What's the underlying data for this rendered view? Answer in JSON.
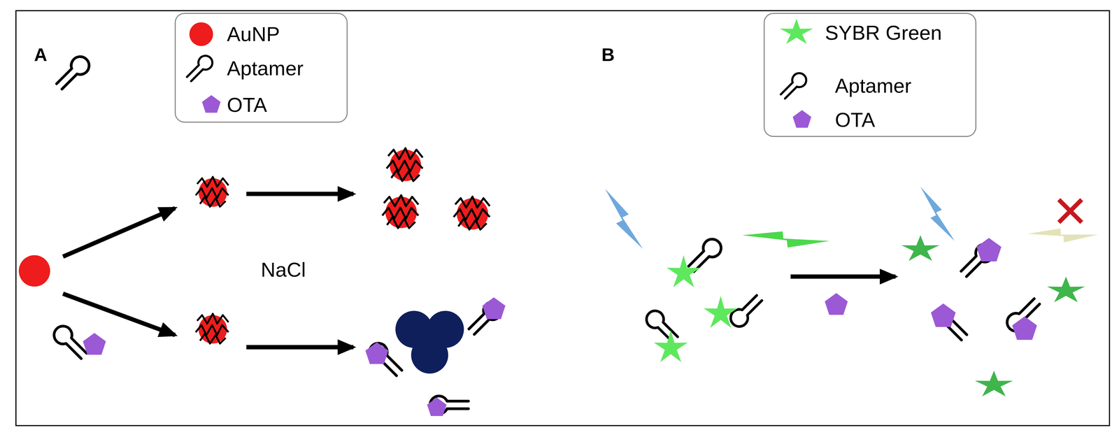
{
  "diagram": {
    "labels": [
      "A",
      "B",
      "NaCl"
    ],
    "legend": [
      {
        "text": "AuNP",
        "color": "#ee1c1c"
      },
      {
        "text": "Aptamer"
      },
      {
        "text": "OTA",
        "color": "#9b59d6"
      },
      {
        "text": "SYBR Green",
        "color": "#5ee85e"
      },
      {
        "text": "Aptamer"
      },
      {
        "text": "OTA",
        "color": "#9b59d6"
      }
    ]
  }
}
